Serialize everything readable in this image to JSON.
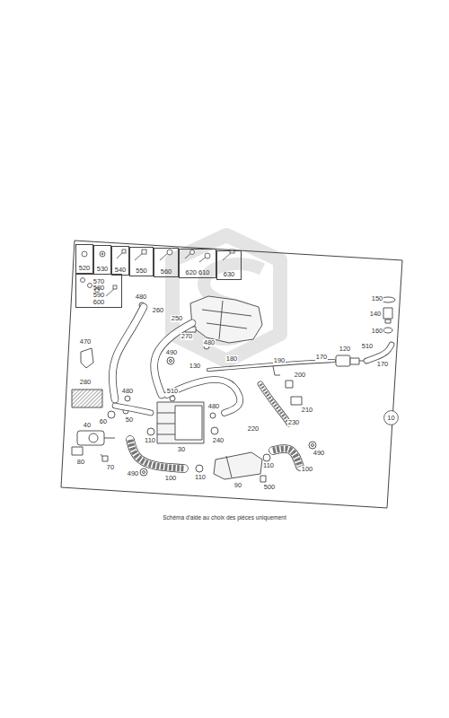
{
  "diagram": {
    "caption": "Schéma d'aide au choix des pièces uniquement",
    "nodes": [
      {
        "text": [
          "520"
        ]
      },
      {
        "text": [
          "530"
        ]
      },
      {
        "text": [
          "540"
        ]
      },
      {
        "text": [
          "550"
        ]
      },
      {
        "text": [
          "560"
        ]
      },
      {
        "text": [
          "620",
          "610"
        ]
      },
      {
        "text": [
          "630"
        ]
      },
      {
        "text": [
          "570",
          "580",
          "590",
          "600"
        ]
      },
      {
        "text": [
          "10"
        ]
      }
    ],
    "edges": [],
    "labels": [
      "480",
      "260",
      "150",
      "250",
      "140",
      "270",
      "480",
      "160",
      "470",
      "490",
      "510",
      "120",
      "170",
      "180",
      "190",
      "130",
      "170",
      "200",
      "280",
      "480",
      "510",
      "480",
      "60",
      "50",
      "40",
      "210",
      "230",
      "220",
      "110",
      "240",
      "30",
      "490",
      "80",
      "110",
      "70",
      "100",
      "490",
      "100",
      "110",
      "90",
      "500"
    ]
  }
}
